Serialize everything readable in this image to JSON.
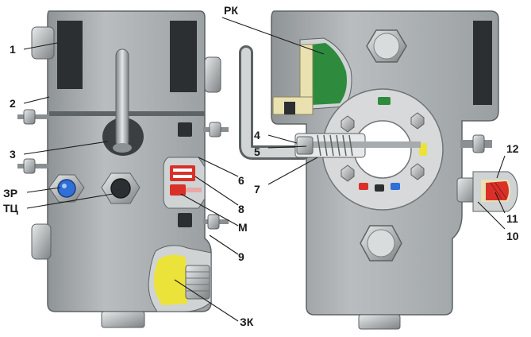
{
  "labels": {
    "l1": "1",
    "l2": "2",
    "l3": "3",
    "zr": "ЗР",
    "tc": "ТЦ",
    "l4": "4",
    "l5": "5",
    "l6": "6",
    "l7": "7",
    "l8": "8",
    "m": "М",
    "l9": "9",
    "zk": "ЗК",
    "rk": "РК",
    "l12": "12",
    "l11": "11",
    "l10": "10"
  },
  "colors": {
    "body": "#a9aeb0",
    "body_dark": "#6f7476",
    "body_light": "#cfd3d4",
    "cavity": "#2c2f31",
    "green": "#2e8b3e",
    "yellow": "#ece33a",
    "red": "#d9302a",
    "blue": "#2f6fd6",
    "cream": "#e9e1b0",
    "steel": "#c9cccd"
  }
}
